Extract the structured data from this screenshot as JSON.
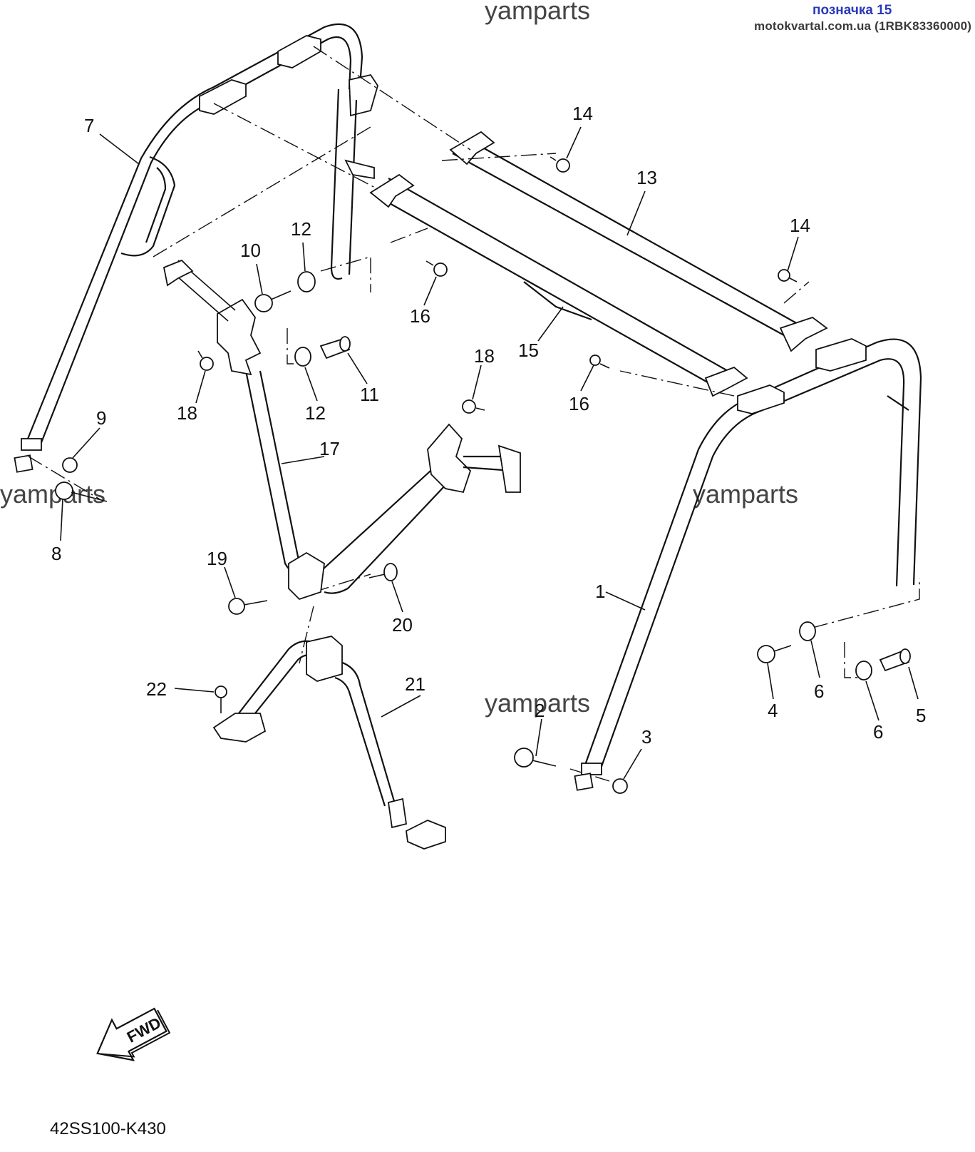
{
  "header": {
    "label": "позначка 15",
    "site": "motokvartal.com.ua (1RBK83360000)"
  },
  "watermark": "yamparts",
  "diagram_code": "42SS100-K430",
  "fwd_label": "FWD",
  "callouts": {
    "c1": "1",
    "c2": "2",
    "c3": "3",
    "c4": "4",
    "c5": "5",
    "c6a": "6",
    "c6b": "6",
    "c7": "7",
    "c8": "8",
    "c9": "9",
    "c10": "10",
    "c11": "11",
    "c12a": "12",
    "c12b": "12",
    "c13": "13",
    "c14a": "14",
    "c14b": "14",
    "c15": "15",
    "c16a": "16",
    "c16b": "16",
    "c17": "17",
    "c18a": "18",
    "c18b": "18",
    "c19": "19",
    "c20": "20",
    "c21": "21",
    "c22": "22"
  },
  "colors": {
    "header_label": "#2a3ab8",
    "lines": "#111111"
  }
}
